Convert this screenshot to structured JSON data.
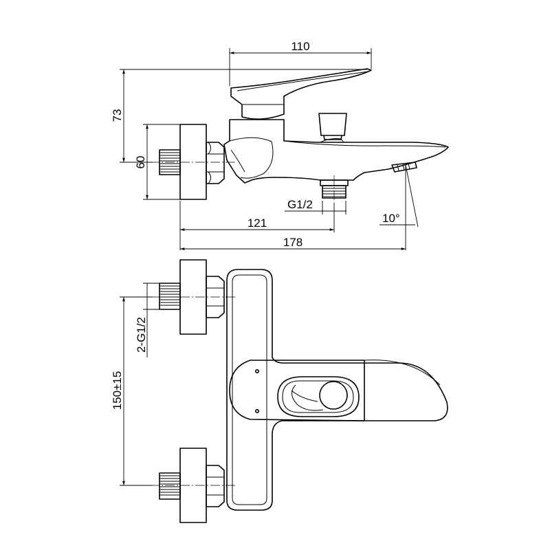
{
  "dimensions": {
    "width_110": "110",
    "height_73": "73",
    "height_60": "60",
    "inlet_g12": "G1/2",
    "angle_10": "10°",
    "length_121": "121",
    "length_178": "178",
    "inlets_2g12": "2-G1/2",
    "spacing_150": "150±15"
  }
}
